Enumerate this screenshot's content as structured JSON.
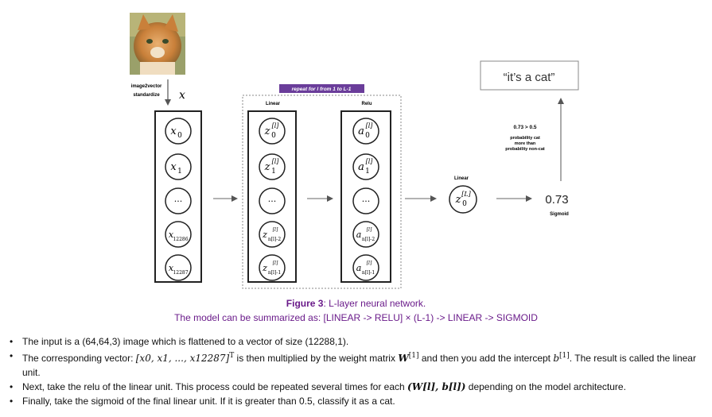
{
  "diagram": {
    "preprocess_label_1": "image2vector",
    "preprocess_label_2": "standardize",
    "input_symbol": "x",
    "repeat_banner": "repeat for l from 1 to L-1",
    "linear_col_label": "Linear",
    "relu_col_label": "Relu",
    "output_box_text": "“it’s a cat”",
    "threshold_text": "0.73 > 0.5",
    "prob_line_1": "probability cat",
    "prob_line_2": "more than",
    "prob_line_3": "probability non-cat",
    "final_linear_label": "Linear",
    "final_value": "0.73",
    "sigmoid_label": "Sigmoid",
    "input_nodes": [
      {
        "base": "x",
        "sub": "0"
      },
      {
        "base": "x",
        "sub": "1"
      },
      {
        "base": "···",
        "sub": ""
      },
      {
        "base": "x",
        "sub": "12286"
      },
      {
        "base": "x",
        "sub": "12287"
      }
    ],
    "linear_nodes": [
      {
        "base": "z",
        "sub": "0",
        "sup": "[l]"
      },
      {
        "base": "z",
        "sub": "1",
        "sup": "[l]"
      },
      {
        "base": "···",
        "sub": "",
        "sup": ""
      },
      {
        "base": "z",
        "sub": "n[l]-2",
        "sup": "[l]"
      },
      {
        "base": "z",
        "sub": "n[l]-1",
        "sup": "[l]"
      }
    ],
    "relu_nodes": [
      {
        "base": "a",
        "sub": "0",
        "sup": "[l]"
      },
      {
        "base": "a",
        "sub": "1",
        "sup": "[l]"
      },
      {
        "base": "···",
        "sub": "",
        "sup": ""
      },
      {
        "base": "a",
        "sub": "n[l]-2",
        "sup": "[l]"
      },
      {
        "base": "a",
        "sub": "n[l]-1",
        "sup": "[l]"
      }
    ],
    "final_node": {
      "base": "z",
      "sub": "0",
      "sup": "[L]"
    }
  },
  "caption": {
    "figure_label": "Figure 3",
    "figure_text": ": L-layer neural network.",
    "summary": "The model can be summarized as: [LINEAR -> RELU] × (L-1) -> LINEAR -> SIGMOID"
  },
  "bullets": {
    "b1": "The input is a (64,64,3) image which is flattened to a vector of size (12288,1).",
    "b2_pre": "The corresponding vector: ",
    "b2_vec": "[x0, x1, ..., x12287]",
    "b2_vec_sup": "T",
    "b2_mid": " is then multiplied by the weight matrix ",
    "b2_W": "W",
    "b2_W_sup": "[1]",
    "b2_mid2": " and then you add the intercept ",
    "b2_b": "b",
    "b2_b_sup": "[1]",
    "b2_post": ". The result is called the linear unit.",
    "b3_pre": "Next, take the relu of the linear unit. This process could be repeated several times for each ",
    "b3_math": "(W[l], b[l])",
    "b3_post": " depending on the model architecture.",
    "b4": "Finally, take the sigmoid of the final linear unit. If it is greater than 0.5, classify it as a cat."
  },
  "colors": {
    "caption": "#6a1b8a",
    "banner_bg": "#6a3d9a",
    "cat_fur": "#d98a3a"
  }
}
